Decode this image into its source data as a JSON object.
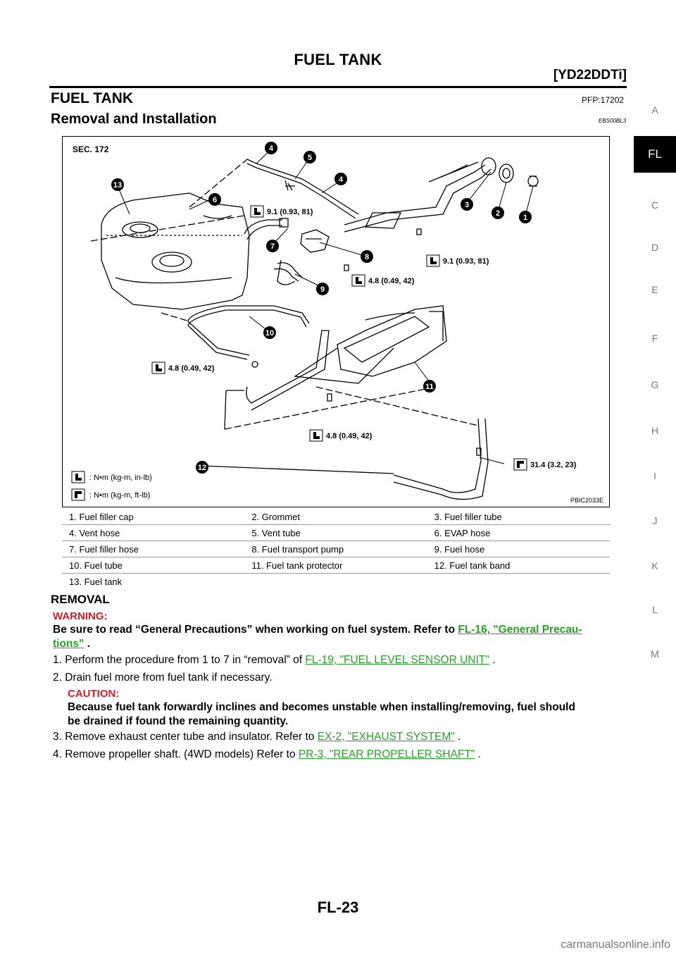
{
  "header": {
    "title": "FUEL TANK",
    "model": "[YD22DDTi]"
  },
  "section": {
    "title": "FUEL TANK",
    "pfp": "PFP:17202"
  },
  "subsection": {
    "title": "Removal and Installation",
    "code": "EBS00BL3"
  },
  "figure": {
    "sec_label": "SEC. 172",
    "figure_id": "PBIC2033E",
    "torques": [
      "9.1 (0.93, 81)",
      "9.1 (0.93, 81)",
      "4.8 (0.49, 42)",
      "4.8 (0.49, 42)",
      "4.8 (0.49, 42)",
      "31.4 (3.2, 23)"
    ],
    "legend": [
      ": N•m (kg-m, in-lb)",
      ": N•m (kg-m, ft-lb)"
    ],
    "callouts": [
      "1",
      "2",
      "3",
      "4",
      "4",
      "5",
      "6",
      "7",
      "8",
      "9",
      "10",
      "11",
      "12",
      "13"
    ]
  },
  "parts": [
    [
      "1. Fuel filler cap",
      "2. Grommet",
      "3. Fuel filler tube"
    ],
    [
      "4. Vent hose",
      "5. Vent tube",
      "6. EVAP hose"
    ],
    [
      "7. Fuel filler hose",
      "8. Fuel transport pump",
      "9. Fuel hose"
    ],
    [
      "10. Fuel tube",
      "11. Fuel tank protector",
      "12. Fuel tank band"
    ],
    [
      "13. Fuel tank",
      "",
      ""
    ]
  ],
  "removal": {
    "heading": "REMOVAL",
    "warning_label": "WARNING:",
    "warning_text": "Be sure to read “General Precautions” when working on fuel system. Refer to ",
    "warning_link": "FL-16, \"General Precau-tions\"",
    "warning_link_a": "FL-16, \"General Precau-",
    "warning_link_b": "tions\"",
    "warning_end": " .",
    "steps": [
      {
        "num": "1.",
        "text": "Perform the procedure from 1 to 7 in “removal” of ",
        "link": "FL-19, \"FUEL LEVEL SENSOR UNIT\"",
        "end": " ."
      },
      {
        "num": "2.",
        "text": "Drain fuel more from fuel tank if necessary.",
        "link": "",
        "end": ""
      },
      {
        "num": "3.",
        "text": "Remove exhaust center tube and insulator. Refer to ",
        "link": "EX-2, \"EXHAUST SYSTEM\"",
        "end": " ."
      },
      {
        "num": "4.",
        "text": "Remove propeller shaft. (4WD models) Refer to ",
        "link": "PR-3, \"REAR PROPELLER SHAFT\"",
        "end": " ."
      }
    ],
    "caution_label": "CAUTION:",
    "caution_text_1": "Because fuel tank forwardly inclines and becomes unstable when installing/removing, fuel should",
    "caution_text_2": "be drained if found the remaining quantity."
  },
  "sidebar": {
    "letters": [
      "A",
      "FL",
      "C",
      "D",
      "E",
      "F",
      "G",
      "H",
      "I",
      "J",
      "K",
      "L",
      "M"
    ],
    "active": "FL"
  },
  "footer": {
    "page": "FL-23"
  },
  "watermark": "carmanualsonline.info"
}
